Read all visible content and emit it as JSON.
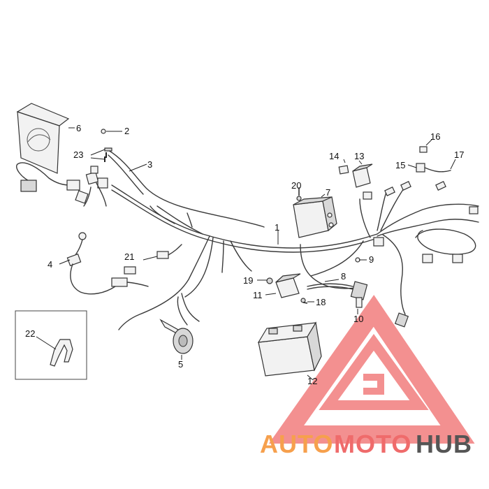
{
  "callouts": [
    {
      "id": "1",
      "label": "1"
    },
    {
      "id": "2",
      "label": "2"
    },
    {
      "id": "3",
      "label": "3"
    },
    {
      "id": "4",
      "label": "4"
    },
    {
      "id": "5",
      "label": "5"
    },
    {
      "id": "6",
      "label": "6"
    },
    {
      "id": "7",
      "label": "7"
    },
    {
      "id": "8",
      "label": "8"
    },
    {
      "id": "9",
      "label": "9"
    },
    {
      "id": "10",
      "label": "10"
    },
    {
      "id": "11",
      "label": "11"
    },
    {
      "id": "12",
      "label": "12"
    },
    {
      "id": "13",
      "label": "13"
    },
    {
      "id": "14",
      "label": "14"
    },
    {
      "id": "15",
      "label": "15"
    },
    {
      "id": "16",
      "label": "16"
    },
    {
      "id": "17",
      "label": "17"
    },
    {
      "id": "18",
      "label": "18"
    },
    {
      "id": "19",
      "label": "19"
    },
    {
      "id": "20",
      "label": "20"
    },
    {
      "id": "21",
      "label": "21"
    },
    {
      "id": "22",
      "label": "22"
    },
    {
      "id": "23",
      "label": "23"
    }
  ],
  "watermark": {
    "part1": "AUTO",
    "part2": "MOTO",
    "part3": "HUB",
    "color_orange": "#f6a04d",
    "color_red": "#ef6b6b",
    "color_dark": "#555555"
  }
}
